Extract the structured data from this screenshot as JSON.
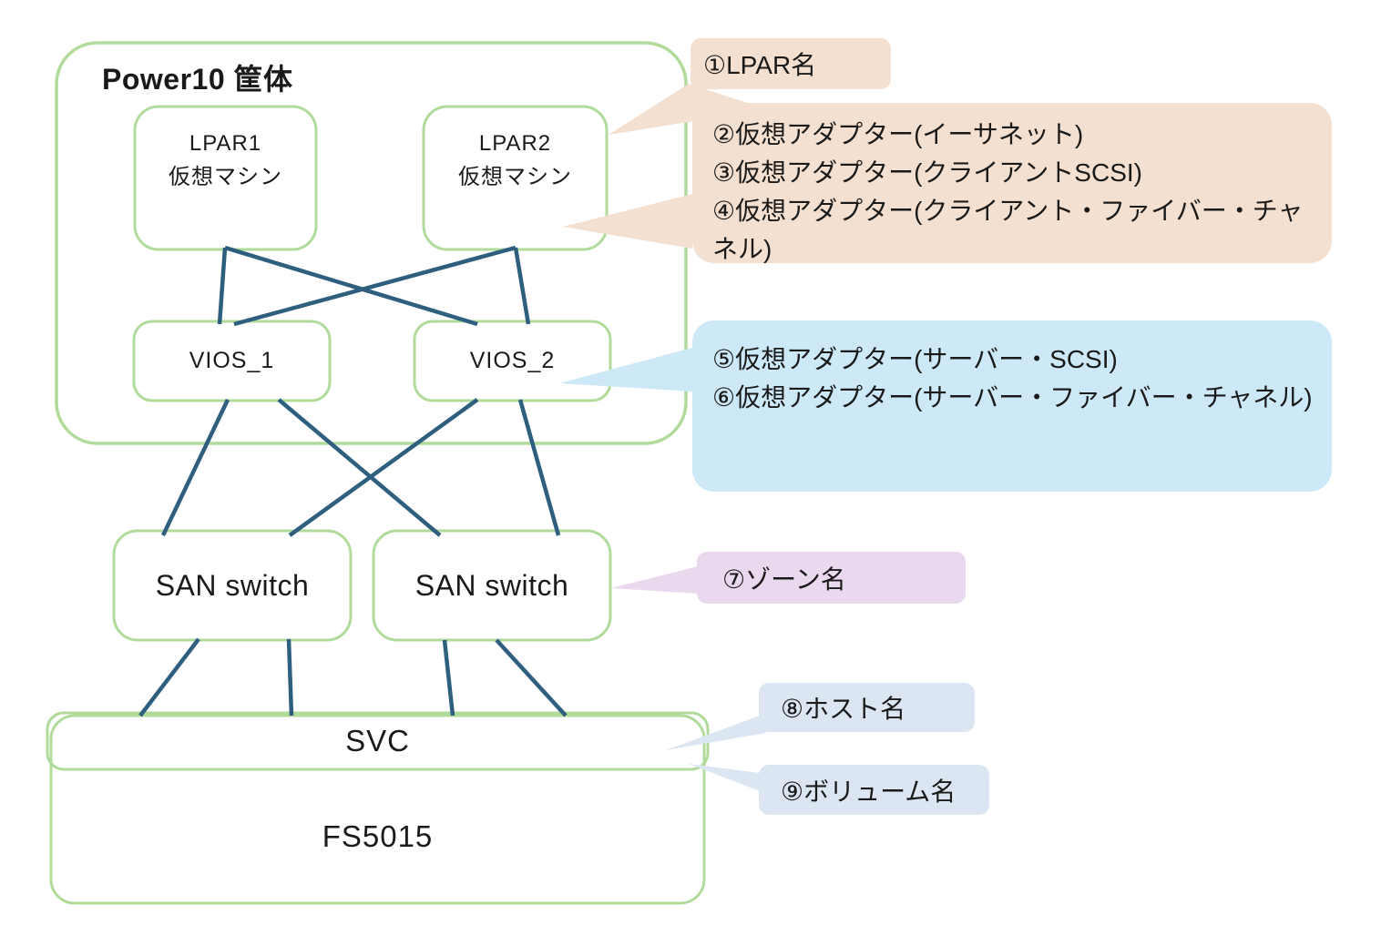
{
  "colors": {
    "box_border_green": "#b0db9b",
    "connector_blue": "#2e5f7e",
    "callout_peach": "#f4e0d0",
    "callout_blue": "#cde8f6",
    "callout_pink": "#ead8ee",
    "callout_bluegray": "#dce6f2",
    "text_color": "#1a1a1a"
  },
  "nodes": {
    "chassis_title": "Power10 筐体",
    "lpar1": {
      "line1": "LPAR1",
      "line2": "仮想マシン"
    },
    "lpar2": {
      "line1": "LPAR2",
      "line2": "仮想マシン"
    },
    "vios1": {
      "label": "VIOS_1"
    },
    "vios2": {
      "label": "VIOS_2"
    },
    "san_left": {
      "label": "SAN switch"
    },
    "san_right": {
      "label": "SAN switch"
    },
    "svc": {
      "label": "SVC"
    },
    "fs5015": {
      "label": "FS5015"
    }
  },
  "callouts": {
    "lpar_name": {
      "text": "①LPAR名"
    },
    "client_adapters": {
      "items": [
        "②仮想アダプター(イーサネット)",
        "③仮想アダプター(クライアントSCSI)",
        "④仮想アダプター(クライアント・ファイバー・チャネル)"
      ]
    },
    "server_adapters": {
      "items": [
        "⑤仮想アダプター(サーバー・SCSI)",
        "⑥仮想アダプター(サーバー・ファイバー・チャネル)"
      ]
    },
    "zone_name": {
      "text": "⑦ゾーン名"
    },
    "host_name": {
      "text": "⑧ホスト名"
    },
    "volume_name": {
      "text": "⑨ボリューム名"
    }
  }
}
